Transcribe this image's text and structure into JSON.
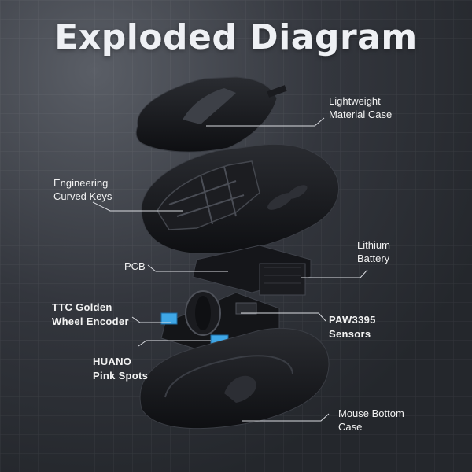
{
  "title": "Exploded Diagram",
  "colors": {
    "background": "#2a2d33",
    "part": "#121316",
    "leader": "#d9dbe0",
    "blue_highlight": "#3fa7e6"
  },
  "labels": {
    "case": [
      "Lightweight",
      "Material Case"
    ],
    "keys": [
      "Engineering",
      "Curved Keys"
    ],
    "battery": [
      "Lithium",
      "Battery"
    ],
    "pcb": [
      "PCB"
    ],
    "encoder": [
      "TTC Golden",
      "Wheel Encoder"
    ],
    "sensor": [
      "PAW3395",
      "Sensors"
    ],
    "switch": [
      "HUANO",
      "Pink Spots"
    ],
    "bottom": [
      "Mouse Bottom",
      "Case"
    ]
  }
}
